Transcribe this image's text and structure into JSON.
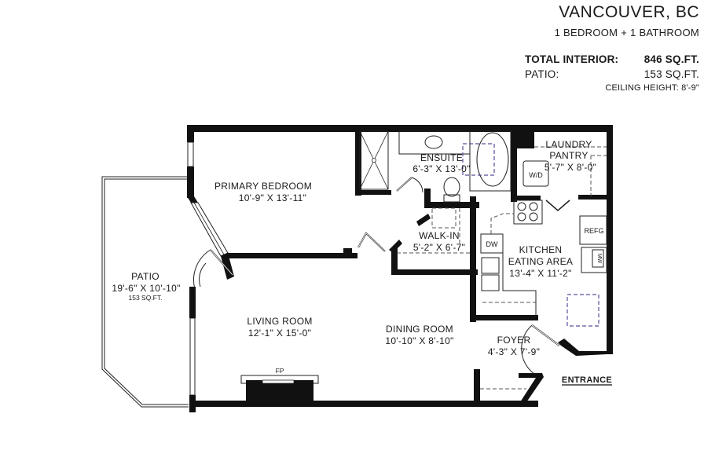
{
  "header": {
    "city": "VANCOUVER, BC",
    "unit_type": "1 BEDROOM + 1 BATHROOM"
  },
  "areas": {
    "total_interior_label": "TOTAL INTERIOR:",
    "total_interior_value": "846 SQ.FT.",
    "patio_label": "PATIO:",
    "patio_value": "153 SQ.FT.",
    "ceiling_height": "CEILING HEIGHT: 8'-9\""
  },
  "rooms": {
    "primary_bedroom": {
      "name": "PRIMARY BEDROOM",
      "dims": "10'-9\" X 13'-11\""
    },
    "ensuite": {
      "name": "ENSUITE",
      "dims": "6'-3\" X 13'-0\""
    },
    "laundry": {
      "name": "LAUNDRY",
      "name2": "PANTRY",
      "dims": "5'-7\" X 8'-0\""
    },
    "walk_in": {
      "name": "WALK-IN",
      "dims": "5'-2\" X 6'-7\""
    },
    "kitchen": {
      "name": "KITCHEN",
      "name2": "EATING AREA",
      "dims": "13'-4\" X 11'-2\""
    },
    "patio": {
      "name": "PATIO",
      "dims": "19'-6\" X 10'-10\"",
      "area": "153 SQ.FT."
    },
    "living_room": {
      "name": "LIVING ROOM",
      "dims": "12'-1\" X 15'-0\""
    },
    "dining_room": {
      "name": "DINING ROOM",
      "dims": "10'-10\" X 8'-10\""
    },
    "foyer": {
      "name": "FOYER",
      "dims": "4'-3\" X 7'-9\""
    }
  },
  "fixtures": {
    "washer_dryer": "W/D",
    "dishwasher": "DW",
    "refrigerator": "REFG",
    "microwave": "MW",
    "fireplace": "FP"
  },
  "entrance_label": "ENTRANCE"
}
